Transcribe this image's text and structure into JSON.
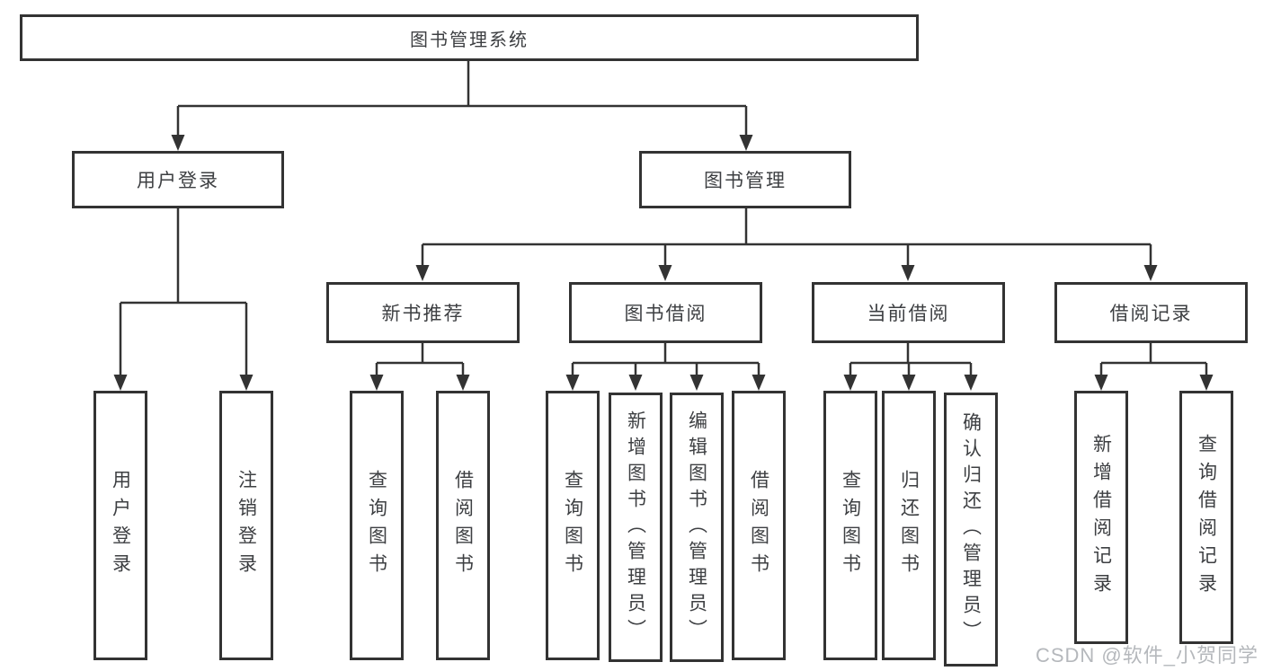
{
  "diagram": {
    "root": {
      "label": "图书管理系统"
    },
    "level1": [
      {
        "id": "user-login",
        "label": "用户登录"
      },
      {
        "id": "book-management",
        "label": "图书管理"
      }
    ],
    "level2": [
      {
        "id": "new-book-recommend",
        "label": "新书推荐"
      },
      {
        "id": "book-borrow",
        "label": "图书借阅"
      },
      {
        "id": "current-borrow",
        "label": "当前借阅"
      },
      {
        "id": "borrow-records",
        "label": "借阅记录"
      }
    ],
    "leaves": [
      {
        "id": "user-login",
        "label": "用户登录"
      },
      {
        "id": "logout",
        "label": "注销登录"
      },
      {
        "id": "query-books-recommend",
        "label": "查询图书"
      },
      {
        "id": "borrow-books-recommend",
        "label": "借阅图书"
      },
      {
        "id": "query-books-borrow",
        "label": "查询图书"
      },
      {
        "id": "add-books-admin",
        "label": "新增图书（管理员）"
      },
      {
        "id": "edit-books-admin",
        "label": "编辑图书（管理员）"
      },
      {
        "id": "borrow-books",
        "label": "借阅图书"
      },
      {
        "id": "query-books-current",
        "label": "查询图书"
      },
      {
        "id": "return-books",
        "label": "归还图书"
      },
      {
        "id": "confirm-return-admin",
        "label": "确认归还（管理员）"
      },
      {
        "id": "add-borrow-record",
        "label": "新增借阅记录"
      },
      {
        "id": "query-borrow-record",
        "label": "查询借阅记录"
      }
    ],
    "hierarchy": {
      "图书管理系统": {
        "用户登录": [
          "用户登录",
          "注销登录"
        ],
        "图书管理": {
          "新书推荐": [
            "查询图书",
            "借阅图书"
          ],
          "图书借阅": [
            "查询图书",
            "新增图书（管理员）",
            "编辑图书（管理员）",
            "借阅图书"
          ],
          "当前借阅": [
            "查询图书",
            "归还图书",
            "确认归还（管理员）"
          ],
          "借阅记录": [
            "新增借阅记录",
            "查询借阅记录"
          ]
        }
      }
    },
    "colors": {
      "border": "#333333",
      "line": "#333333",
      "text": "#3d3f42",
      "background": "#ffffff",
      "watermark": "#b5b8bc"
    },
    "watermark": {
      "text": "CSDN @软件_小贺同学"
    }
  }
}
